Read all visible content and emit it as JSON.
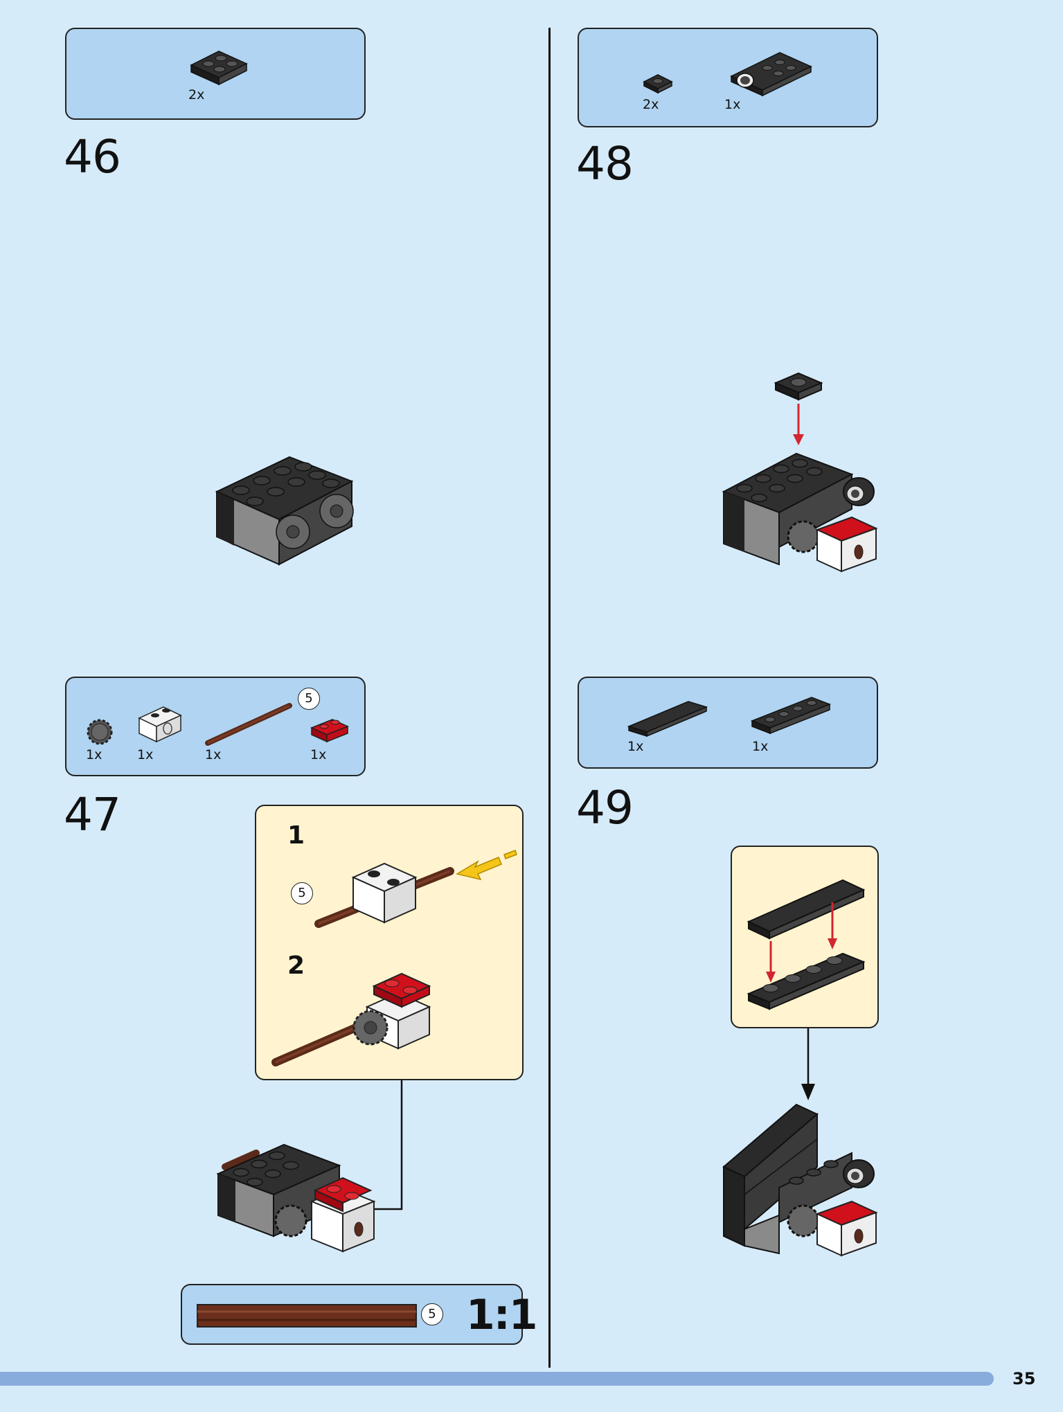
{
  "page": {
    "number": "35"
  },
  "steps": [
    {
      "number": "46",
      "parts": [
        {
          "qty": "2x",
          "icon": "plate-2x2-black-icon"
        }
      ]
    },
    {
      "number": "47",
      "parts": [
        {
          "qty": "1x",
          "icon": "gear-dark-gray-icon"
        },
        {
          "qty": "1x",
          "icon": "technic-brick-white-icon"
        },
        {
          "qty": "1x",
          "icon": "axle-brown-icon",
          "length": "5"
        },
        {
          "qty": "1x",
          "icon": "plate-1x2-red-icon"
        }
      ],
      "substeps": [
        {
          "number": "1",
          "length": "5"
        },
        {
          "number": "2"
        }
      ],
      "scale_callout": {
        "length": "5",
        "ratio": "1:1"
      }
    },
    {
      "number": "48",
      "parts": [
        {
          "qty": "2x",
          "icon": "plate-1x1-black-icon"
        },
        {
          "qty": "1x",
          "icon": "plate-with-pin-hole-black-icon"
        }
      ]
    },
    {
      "number": "49",
      "parts": [
        {
          "qty": "1x",
          "icon": "tile-1x4-black-icon"
        },
        {
          "qty": "1x",
          "icon": "plate-1x4-black-icon"
        }
      ]
    }
  ],
  "colors": {
    "background": "#d6ebfa",
    "parts_box": "#b0d4f1",
    "substep_box": "#fff4cf",
    "arrow_red": "#d22630",
    "arrow_yellow": "#f5c518"
  }
}
